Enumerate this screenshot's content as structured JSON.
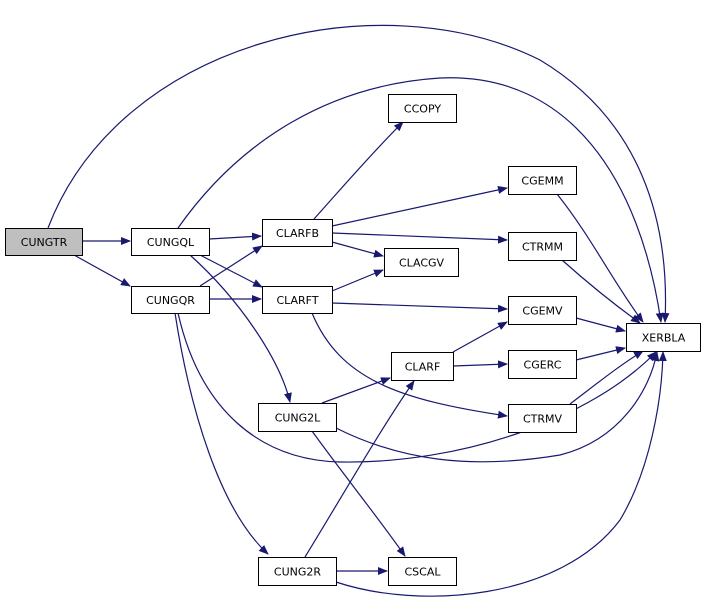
{
  "colors": {
    "edge": "#191970",
    "node_fill": "#ffffff",
    "root_fill": "#bfbfbf",
    "node_stroke": "#000000"
  },
  "nodes": [
    {
      "id": "CUNGTR",
      "label": "CUNGTR",
      "root": true
    },
    {
      "id": "CUNGQL",
      "label": "CUNGQL"
    },
    {
      "id": "CUNGQR",
      "label": "CUNGQR"
    },
    {
      "id": "CLARFB",
      "label": "CLARFB"
    },
    {
      "id": "CLARFT",
      "label": "CLARFT"
    },
    {
      "id": "CCOPY",
      "label": "CCOPY"
    },
    {
      "id": "CGEMM",
      "label": "CGEMM"
    },
    {
      "id": "CTRMM",
      "label": "CTRMM"
    },
    {
      "id": "CLACGV",
      "label": "CLACGV"
    },
    {
      "id": "CGEMV",
      "label": "CGEMV"
    },
    {
      "id": "CLARF",
      "label": "CLARF"
    },
    {
      "id": "CGERC",
      "label": "CGERC"
    },
    {
      "id": "CTRMV",
      "label": "CTRMV"
    },
    {
      "id": "CUNG2L",
      "label": "CUNG2L"
    },
    {
      "id": "CUNG2R",
      "label": "CUNG2R"
    },
    {
      "id": "CSCAL",
      "label": "CSCAL"
    },
    {
      "id": "XERBLA",
      "label": "XERBLA"
    }
  ],
  "edges": [
    {
      "from": "CUNGTR",
      "to": "CUNGQL"
    },
    {
      "from": "CUNGTR",
      "to": "CUNGQR"
    },
    {
      "from": "CUNGTR",
      "to": "XERBLA"
    },
    {
      "from": "CUNGQL",
      "to": "CLARFB"
    },
    {
      "from": "CUNGQL",
      "to": "CLARFT"
    },
    {
      "from": "CUNGQL",
      "to": "CUNG2L"
    },
    {
      "from": "CUNGQL",
      "to": "XERBLA"
    },
    {
      "from": "CUNGQR",
      "to": "CLARFB"
    },
    {
      "from": "CUNGQR",
      "to": "CLARFT"
    },
    {
      "from": "CUNGQR",
      "to": "CUNG2R"
    },
    {
      "from": "CUNGQR",
      "to": "XERBLA"
    },
    {
      "from": "CLARFB",
      "to": "CCOPY"
    },
    {
      "from": "CLARFB",
      "to": "CGEMM"
    },
    {
      "from": "CLARFB",
      "to": "CTRMM"
    },
    {
      "from": "CLARFB",
      "to": "CLACGV"
    },
    {
      "from": "CLARFT",
      "to": "CLACGV"
    },
    {
      "from": "CLARFT",
      "to": "CGEMV"
    },
    {
      "from": "CLARFT",
      "to": "CTRMV"
    },
    {
      "from": "CGEMM",
      "to": "XERBLA"
    },
    {
      "from": "CTRMM",
      "to": "XERBLA"
    },
    {
      "from": "CGEMV",
      "to": "XERBLA"
    },
    {
      "from": "CLARF",
      "to": "CGEMV"
    },
    {
      "from": "CLARF",
      "to": "CGERC"
    },
    {
      "from": "CGERC",
      "to": "XERBLA"
    },
    {
      "from": "CTRMV",
      "to": "XERBLA"
    },
    {
      "from": "CUNG2L",
      "to": "CLARF"
    },
    {
      "from": "CUNG2L",
      "to": "CSCAL"
    },
    {
      "from": "CUNG2L",
      "to": "XERBLA"
    },
    {
      "from": "CUNG2R",
      "to": "CLARF"
    },
    {
      "from": "CUNG2R",
      "to": "CSCAL"
    },
    {
      "from": "CUNG2R",
      "to": "XERBLA"
    }
  ]
}
